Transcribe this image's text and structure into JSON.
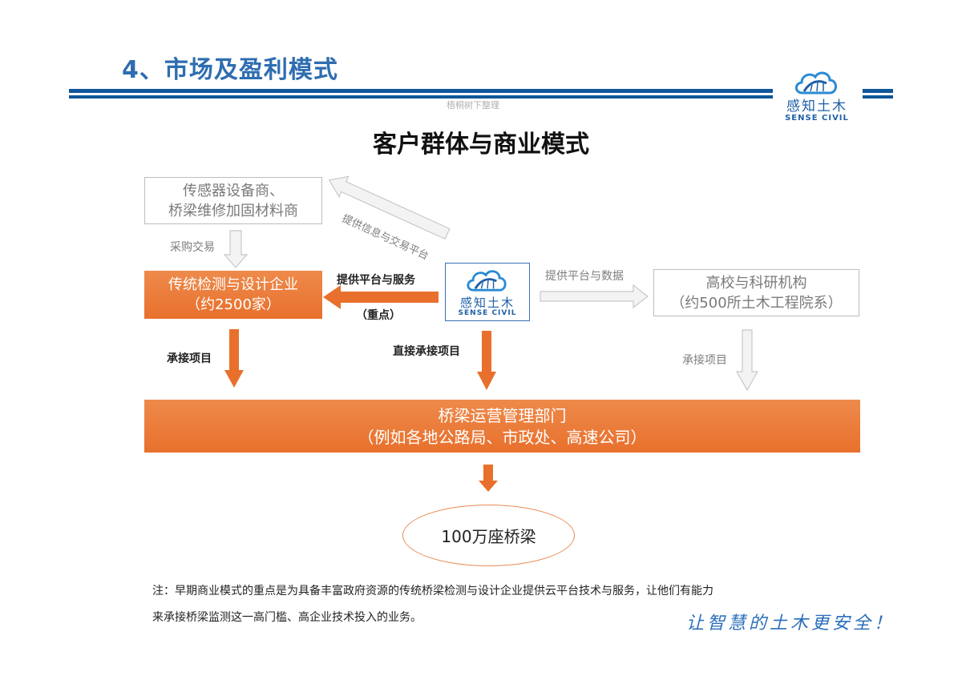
{
  "header": {
    "section_title": "4、市场及盈利模式",
    "watermark": "梧桐树下整理",
    "logo": {
      "cn": "感知土木",
      "en": "SENSE CIVIL",
      "icon": "cloud-bridge-icon"
    }
  },
  "diagram": {
    "title": "客户群体与商业模式",
    "nodes": {
      "suppliers": {
        "line1": "传感器设备商、",
        "line2": "桥梁维修加固材料商"
      },
      "traditional": {
        "line1": "传统检测与设计企业",
        "line2": "（约2500家）"
      },
      "center": {
        "cn": "感知土木",
        "en": "SENSE CIVIL"
      },
      "universities": {
        "line1": "高校与科研机构",
        "line2": "（约500所土木工程院系）"
      },
      "bridge_mgmt": {
        "line1": "桥梁运营管理部门",
        "line2": "（例如各地公路局、市政处、高速公司）"
      },
      "bridges": {
        "label": "100万座桥梁"
      }
    },
    "edges": {
      "center_to_suppliers": "提供信息与交易平台",
      "suppliers_to_traditional": "采购交易",
      "center_to_traditional": "提供平台与服务",
      "center_to_traditional_note": "（重点）",
      "center_to_universities": "提供平台与数据",
      "traditional_to_mgmt": "承接项目",
      "center_to_mgmt": "直接承接项目",
      "universities_to_mgmt": "承接项目"
    },
    "colors": {
      "orange": "#e8702c",
      "gray_border": "#bdbdbd",
      "blue": "#10569a"
    }
  },
  "footer": {
    "note_line1": "注：早期商业模式的重点是为具备丰富政府资源的传统桥梁检测与设计企业提供云平台技术与服务，让他们有能力",
    "note_line2": "来承接桥梁监测这一高门槛、高企业技术投入的业务。",
    "slogan": "让智慧的土木更安全！"
  }
}
